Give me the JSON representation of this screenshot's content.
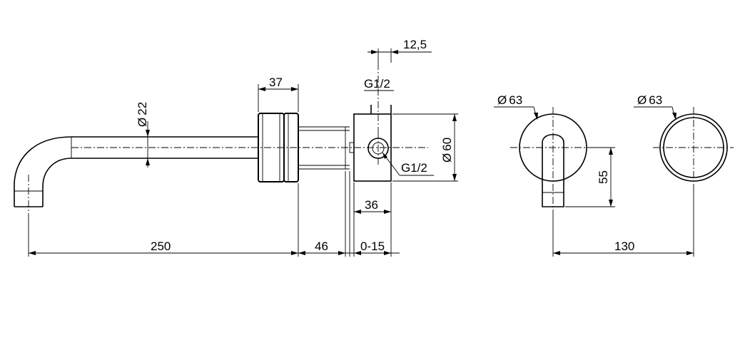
{
  "dimensions": {
    "d_spout": "22",
    "len_37": "37",
    "len_12_5": "12,5",
    "thread_top": "G1/2",
    "thread_side": "G1/2",
    "d_60": "60",
    "len_36": "36",
    "len_250": "250",
    "len_46": "46",
    "len_0_15": "0-15",
    "d_63_a": "63",
    "d_63_b": "63",
    "len_55": "55",
    "len_130": "130"
  },
  "symbols": {
    "diameter": "Ø"
  }
}
